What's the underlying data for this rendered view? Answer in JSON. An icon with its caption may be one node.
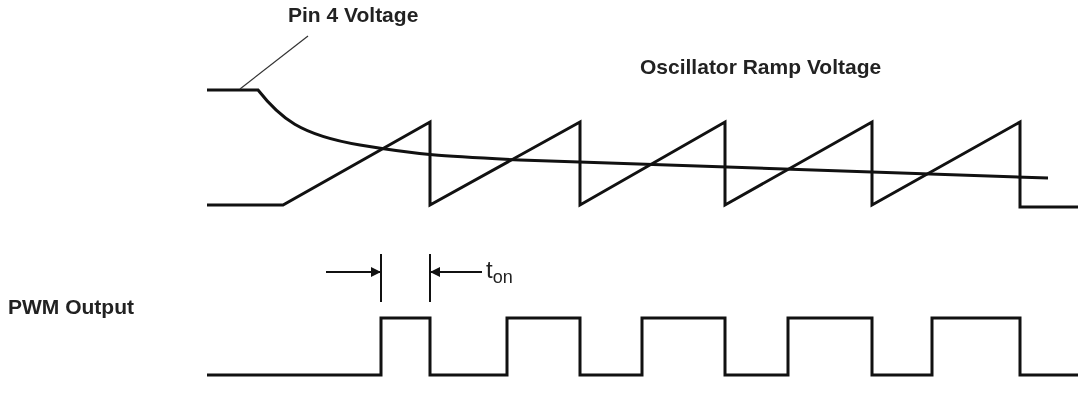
{
  "diagram": {
    "nodes": [
      {
        "text": [
          "Pin 4 Voltage"
        ]
      },
      {
        "text": [],
        "shape": "line"
      }
    ],
    "edges": [
      {
        "from": 0,
        "to": 1,
        "arrow": "none"
      }
    ],
    "labels": [
      "Oscillator Ramp Voltage",
      "t$_{on}$",
      "PWM Output"
    ]
  }
}
